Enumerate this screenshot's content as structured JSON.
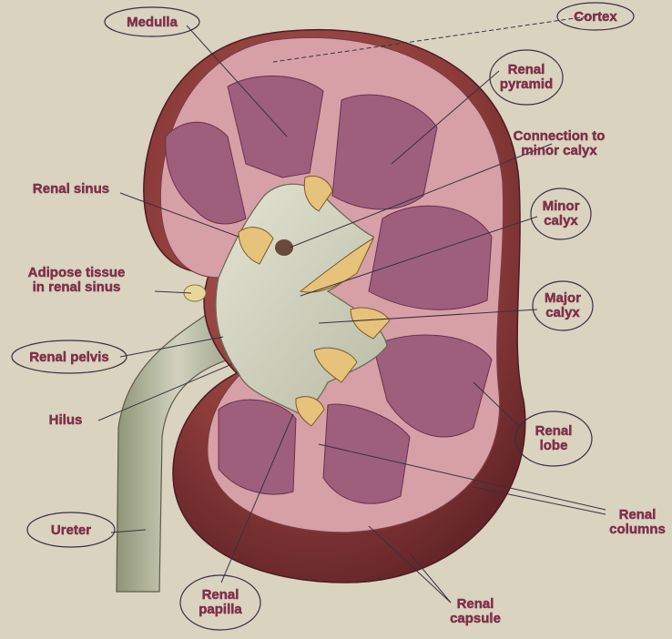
{
  "diagram": {
    "labels": {
      "medulla": "Medulla",
      "cortex": "Cortex",
      "renal_pyramid": [
        "Renal",
        "pyramid"
      ],
      "connection_minor_calyx": [
        "Connection to",
        "minor calyx"
      ],
      "renal_sinus": "Renal sinus",
      "minor_calyx": [
        "Minor",
        "calyx"
      ],
      "adipose_tissue": [
        "Adipose tissue",
        "in renal sinus"
      ],
      "major_calyx": [
        "Major",
        "calyx"
      ],
      "renal_pelvis": "Renal pelvis",
      "hilus": "Hilus",
      "renal_lobe": [
        "Renal",
        "lobe"
      ],
      "renal_columns": [
        "Renal",
        "columns"
      ],
      "ureter": "Ureter",
      "renal_papilla": [
        "Renal",
        "papilla"
      ],
      "renal_capsule": [
        "Renal",
        "capsule"
      ]
    },
    "colors": {
      "background": "#d9d3c0",
      "cortex": "#d7a0a6",
      "pyramid": "#9d5f7c",
      "capsule": "#8c3b3a",
      "sinus": "#d2d3c1",
      "label_text": "#8a2c4a"
    }
  }
}
